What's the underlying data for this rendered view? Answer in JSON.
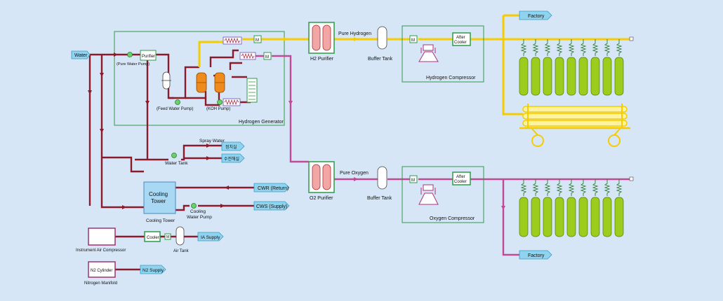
{
  "labels": {
    "water": "Water",
    "purifier": "Purifier",
    "pure_water_pump": "(Pure Water Pump)",
    "feed_water_pump": "(Feed Water Pump)",
    "koh_pump": "(KOH Pump)",
    "hydrogen_generator": "Hydrogen Generator",
    "h2_purifier": "H2 Purifier",
    "pure_hydrogen": "Pure Hydrogen",
    "buffer_tank_h2": "Buffer Tank",
    "after_cooler_line1_h2": "After",
    "after_cooler_line2_h2": "Cooler",
    "hydrogen_compressor": "Hydrogen Compressor",
    "factory_top": "Factory",
    "spray_water": "Spray Water",
    "korean_tag_1": "정치실",
    "korean_tag_2": "수전해실",
    "water_tank": "Water Tank",
    "cooling_tower_box_line1": "Cooling",
    "cooling_tower_box_line2": "Tower",
    "cooling_tower": "Cooling Tower",
    "cwr_return": "CWR (Return)",
    "cws_supply": "CWS (Supply)",
    "cooling_water_pump_line1": "Cooling",
    "cooling_water_pump_line2": "Water Pump",
    "o2_purifier": "O2 Purifier",
    "pure_oxygen": "Pure Oxygen",
    "buffer_tank_o2": "Buffer Tank",
    "after_cooler_line1_o2": "After",
    "after_cooler_line2_o2": "Cooler",
    "oxygen_compressor": "Oxygen Compressor",
    "factory_bottom": "Factory",
    "instrument_air_compressor": "Instrument Air Compressor",
    "cooler": "Cooler",
    "air_tank": "Air Tank",
    "ia_supply": "IA Supply",
    "n2_cylinder": "N2 Cylinder",
    "n2_supply": "N2 Supply",
    "nitrogen_manifold": "Nitrogen Manifold",
    "valve_m": "M"
  },
  "colors": {
    "background": "#d6e6f7",
    "water_pipe": "#8b1a2b",
    "hydrogen_pipe": "#f5cc00",
    "oxygen_pipe": "#c04a95",
    "equipment_border": "#2e9a47",
    "cylinder": "#9ccd1d",
    "tag_fill": "#8fd3ef"
  }
}
